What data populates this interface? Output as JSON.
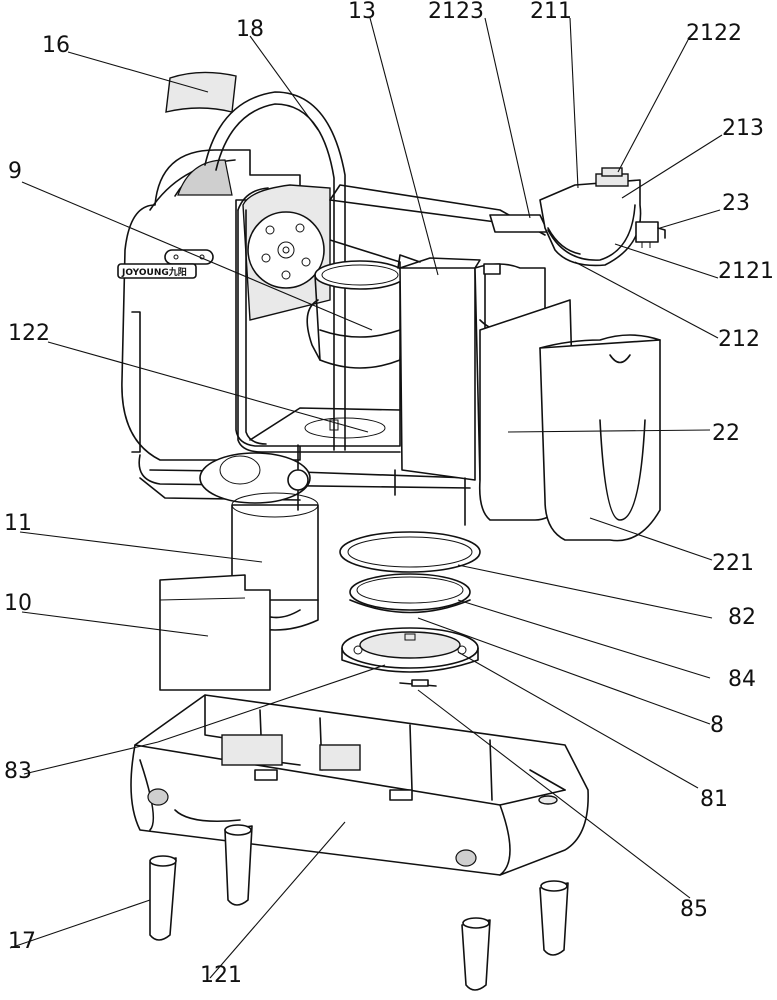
{
  "brand_text": "JOYOUNG九阳",
  "labels": [
    {
      "id": "16",
      "text": "16"
    },
    {
      "id": "18",
      "text": "18"
    },
    {
      "id": "13",
      "text": "13"
    },
    {
      "id": "2123",
      "text": "2123"
    },
    {
      "id": "211",
      "text": "211"
    },
    {
      "id": "2122",
      "text": "2122"
    },
    {
      "id": "213",
      "text": "213"
    },
    {
      "id": "23",
      "text": "23"
    },
    {
      "id": "2121",
      "text": "2121"
    },
    {
      "id": "212",
      "text": "212"
    },
    {
      "id": "9",
      "text": "9"
    },
    {
      "id": "122",
      "text": "122"
    },
    {
      "id": "22",
      "text": "22"
    },
    {
      "id": "11",
      "text": "11"
    },
    {
      "id": "221",
      "text": "221"
    },
    {
      "id": "10",
      "text": "10"
    },
    {
      "id": "82",
      "text": "82"
    },
    {
      "id": "84",
      "text": "84"
    },
    {
      "id": "8",
      "text": "8"
    },
    {
      "id": "83",
      "text": "83"
    },
    {
      "id": "81",
      "text": "81"
    },
    {
      "id": "85",
      "text": "85"
    },
    {
      "id": "17",
      "text": "17"
    },
    {
      "id": "121",
      "text": "121"
    }
  ]
}
